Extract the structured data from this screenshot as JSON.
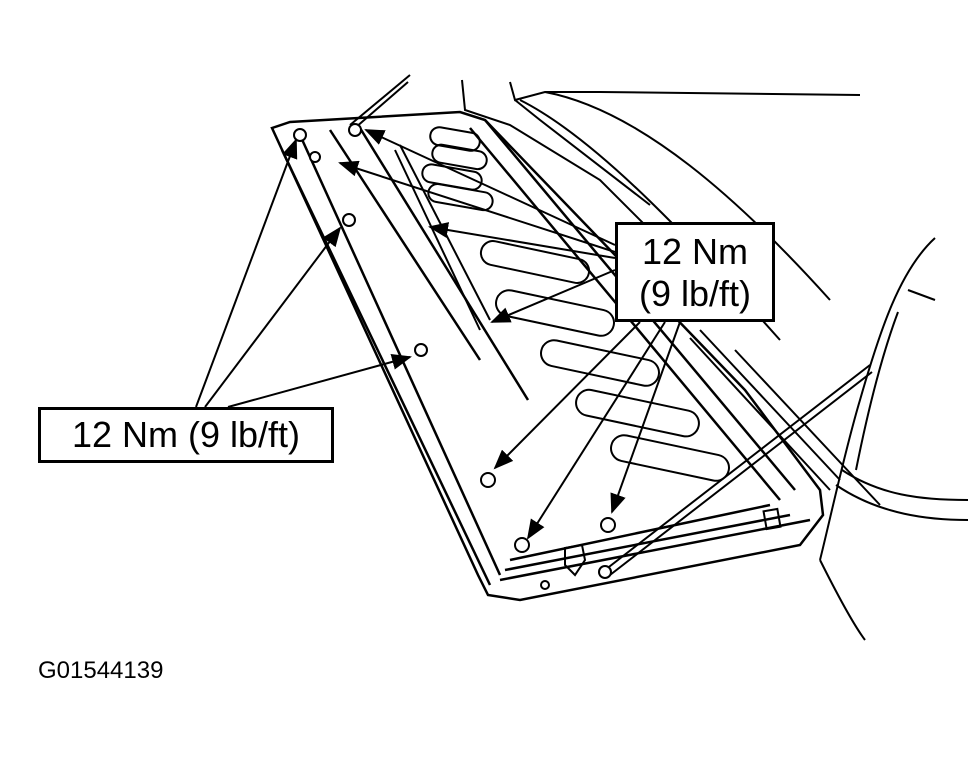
{
  "labels": {
    "right_line1": "12 Nm",
    "right_line2": "(9 lb/ft)",
    "left": "12 Nm (9 lb/ft)"
  },
  "figure_id": "G01544139",
  "colors": {
    "line": "#000000",
    "background": "#ffffff"
  }
}
